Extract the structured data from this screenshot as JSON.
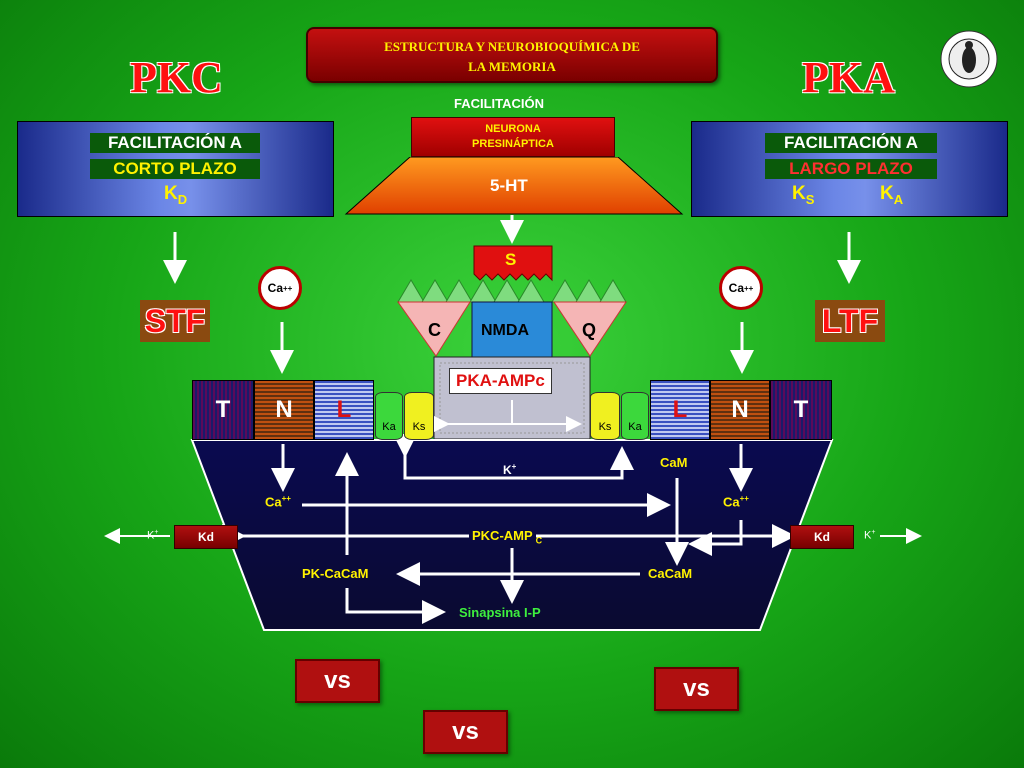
{
  "title": {
    "line1": "ESTRUCTURA Y NEUROBIOQUÍMICA  DE",
    "line2": "LA MEMORIA"
  },
  "left_heading": "PKC",
  "right_heading": "PKA",
  "facilitacion_label": "FACILITACIÓN",
  "neuron_label": {
    "line1": "NEURONA",
    "line2": "PRESINÁPTICA"
  },
  "serotonin": "5-HT",
  "left_box": {
    "line1": "FACILITACIÓN A",
    "line2": "CORTO PLAZO",
    "k": "K",
    "k_sub": "D"
  },
  "right_box": {
    "line1": "FACILITACIÓN A",
    "line2": "LARGO PLAZO",
    "k1": "K",
    "k1_sub": "S",
    "k2": "K",
    "k2_sub": "A"
  },
  "stf": "STF",
  "ltf": "LTF",
  "ca_circle": "Ca",
  "ca_sup": "++",
  "receptor": {
    "s": "S",
    "c": "C",
    "nmda": "NMDA",
    "q": "Q"
  },
  "pka_ampc": "PKA-AMPc",
  "channels_left": [
    "T",
    "N",
    "L"
  ],
  "channels_right": [
    "L",
    "N",
    "T"
  ],
  "cylinders": {
    "ka": "Ka",
    "ks": "Ks"
  },
  "inner": {
    "k_plus": "K",
    "plus": "+",
    "cam": "CaM",
    "ca": "Ca",
    "ca_sup": "++",
    "pkc": "PKC-AMP",
    "pkc_sub": "C",
    "pk_cacam": "PK-CaCaM",
    "cacam": "CaCaM",
    "sinapsina": "Sinapsina I-P",
    "kd": "Kd"
  },
  "vs": "vs",
  "colors": {
    "background": "#17a617",
    "title_text": "#fff200",
    "heading": "#ff1010",
    "label_yellow": "#fff200"
  }
}
